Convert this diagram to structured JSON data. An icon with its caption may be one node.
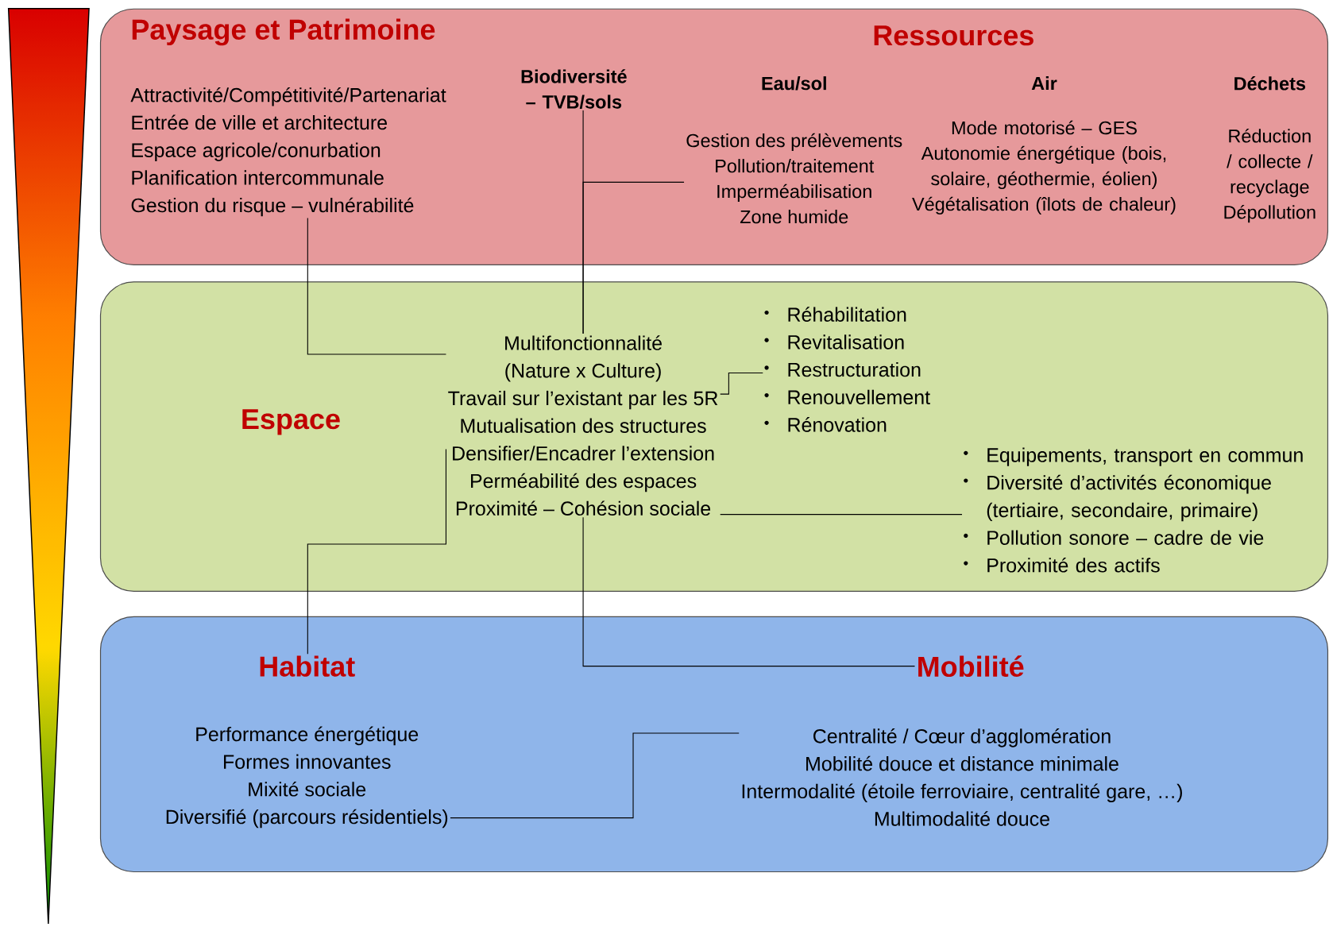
{
  "diagram": {
    "nodes": [
      {
        "text": [],
        "shape": "box"
      },
      {
        "text": [
          "Paysage et Patrimoine",
          "Attractivité/Compétitivité/Partenariat",
          "Entrée de ville et architecture",
          "Espace agricole/conurbation",
          "Planification intercommunale",
          "Gestion du risque – vulnérabilité"
        ],
        "in": 0
      },
      {
        "text": [
          "Biodiversité – TVB/sols"
        ],
        "in": 0
      },
      {
        "text": [
          "Eau/sol",
          "Gestion des prélèvements",
          "Pollution/traitement",
          "Imperméabilisation",
          "Zone humide"
        ],
        "in": 0
      },
      {
        "text": [
          "Air",
          "Mode motorisé – GES",
          "Autonomie énergétique (bois, solaire, géothermie, éolien)",
          "Végétalisation (îlots de chaleur)"
        ],
        "in": 0
      },
      {
        "text": [
          "Déchets",
          "Réduction / collecte / recyclage",
          "Dépollution"
        ],
        "in": 0
      },
      {
        "text": [],
        "shape": "box"
      },
      {
        "text": [
          "Multifonctionnalité",
          "(Nature x Culture)",
          "Travail sur l’existant par les 5R",
          "Mutualisation des structures",
          "Densifier/Encadrer l’extension",
          "Perméabilité des espaces",
          "Proximité – Cohésion sociale"
        ],
        "in": 6
      },
      {
        "text": [
          "Réhabilitation",
          "Revitalisation",
          "Restructuration",
          "Renouvellement",
          "Rénovation"
        ],
        "in": 6
      },
      {
        "text": [
          "Equipements, transport en commun",
          "Diversité d’activités économique (tertiaire, secondaire, primaire)",
          "Pollution sonore – cadre de vie",
          "Proximité des actifs"
        ],
        "in": 6
      },
      {
        "text": [],
        "shape": "box"
      },
      {
        "text": [
          "Habitat"
        ],
        "in": 10
      },
      {
        "text": [
          "Performance énergétique",
          "Formes innovantes",
          "Mixité sociale",
          "Diversifié (parcours résidentiels)"
        ],
        "in": 10
      },
      {
        "text": [
          "Mobilité"
        ],
        "in": 10
      },
      {
        "text": [
          "Centralité / Cœur d’agglomération",
          "Mobilité douce et distance minimale",
          "Intermodalité (étoile ferroviaire, centralité gare, …)",
          "Multimodalité douce"
        ],
        "in": 10
      }
    ],
    "edges": [
      {
        "from": 1,
        "to": 7,
        "arrow": "none"
      },
      {
        "from": 2,
        "to": 7,
        "arrow": "none"
      },
      {
        "from": 3,
        "to": 7,
        "arrow": "none"
      },
      {
        "from": 7,
        "to": 8,
        "arrow": "none"
      },
      {
        "from": 7,
        "to": 9,
        "arrow": "none"
      },
      {
        "from": 7,
        "to": 11,
        "arrow": "none"
      },
      {
        "from": 7,
        "to": 13,
        "arrow": "none"
      },
      {
        "from": 12,
        "to": 14,
        "arrow": "none"
      }
    ],
    "labels": [
      "Ressources",
      "Espace"
    ]
  }
}
